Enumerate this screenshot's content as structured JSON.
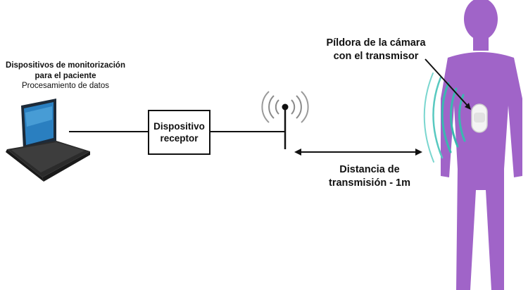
{
  "diagram": {
    "monitor": {
      "title": "Dispositivos de monitorización",
      "subtitle": "para el paciente",
      "processing": "Procesamiento de datos"
    },
    "receiver": {
      "line1": "Dispositivo",
      "line2": "receptor"
    },
    "pill": {
      "line1": "Píldora de la cámara",
      "line2": "con el transmisor"
    },
    "distance": {
      "line1": "Distancia de",
      "line2": "transmisión - 1m"
    },
    "colors": {
      "body": "#a064c8",
      "wave": "#3ab8b0",
      "line": "#111111",
      "antenna_wave": "#8a8a8a"
    },
    "icons": [
      "laptop-icon",
      "antenna-icon",
      "human-body-icon",
      "camera-pill-icon"
    ]
  }
}
